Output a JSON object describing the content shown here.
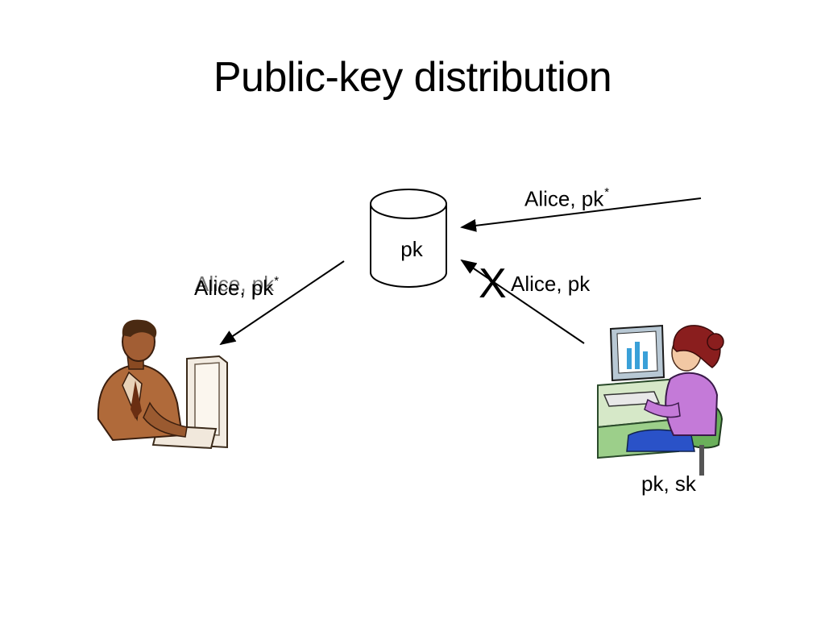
{
  "title": "Public-key distribution",
  "directory": {
    "label": "pk"
  },
  "labels": {
    "incoming_forged": "Alice, pk",
    "incoming_forged_mark": "*",
    "honest_upload": "Alice, pk",
    "blocked_mark": "X",
    "delivered": "Alice, pk",
    "delivered_mark": "*",
    "alice_keys": "pk, sk"
  },
  "icons": [
    "database-icon",
    "man-at-computer-icon",
    "woman-at-computer-icon"
  ]
}
